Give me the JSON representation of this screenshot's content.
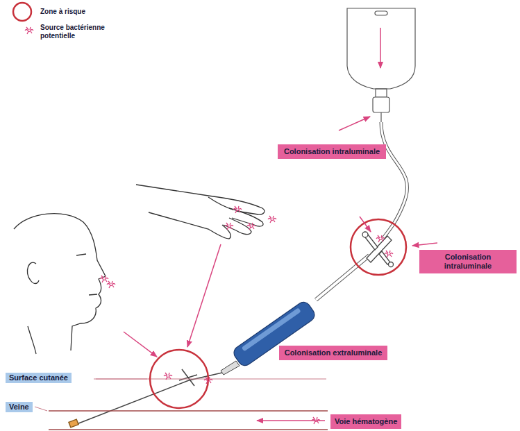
{
  "diagram": {
    "nodes": [
      {
        "text": [
          "Colonisation intraluminale"
        ]
      },
      {
        "text": [
          "Colonisation intraluminale"
        ]
      },
      {
        "text": [
          "Colonisation extraluminale"
        ]
      },
      {
        "text": [
          "Surface cutanée"
        ]
      },
      {
        "text": [
          "Veine"
        ]
      },
      {
        "text": [
          "Voie hématogène"
        ]
      }
    ],
    "legend": [
      {
        "text": "Zone à risque"
      },
      {
        "text": "Source bactérienne potentielle"
      }
    ]
  }
}
